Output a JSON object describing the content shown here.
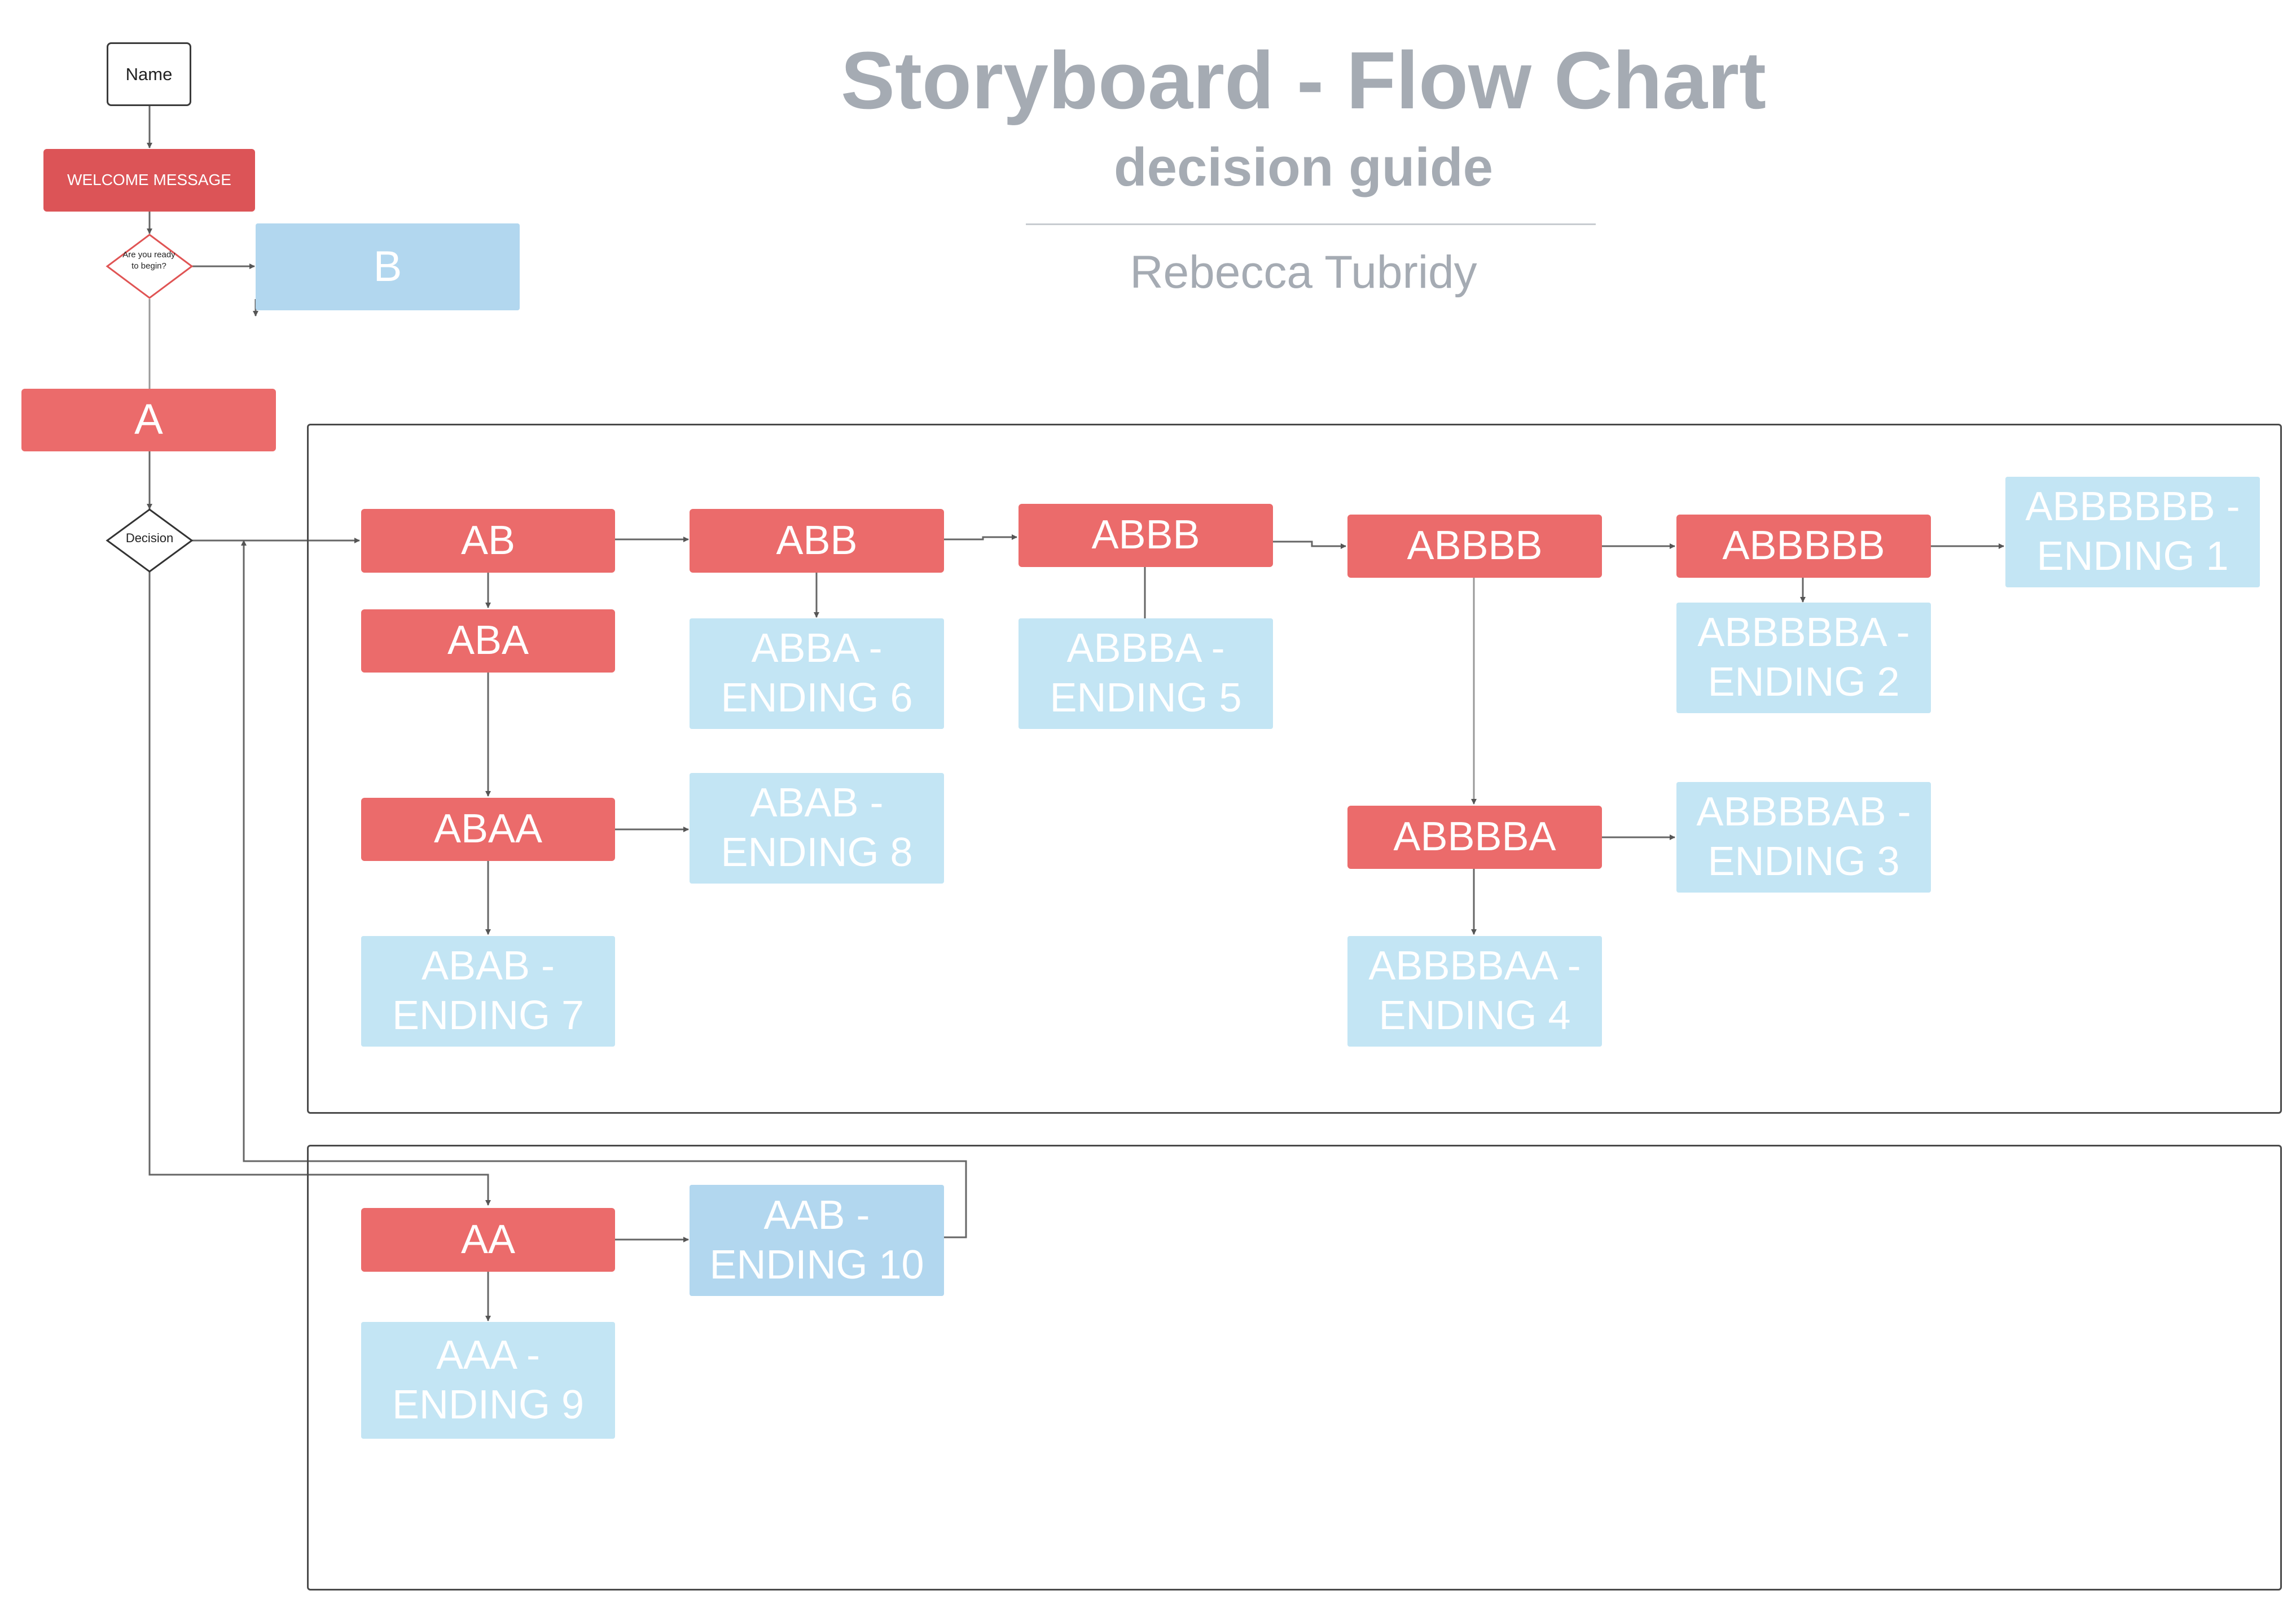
{
  "header": {
    "title": "Storyboard - Flow Chart",
    "subtitle": "decision guide",
    "author": "Rebecca Tubridy"
  },
  "nodes": {
    "name": "Name",
    "welcome": "WELCOME MESSAGE",
    "ready_decision": "Are you ready to begin?",
    "b": "B",
    "a": "A",
    "decision": "Decision",
    "ab": "AB",
    "abb": "ABB",
    "abbb": "ABBB",
    "abbbb": "ABBBB",
    "abbbbb": "ABBBBB",
    "abbbbbb_ending1": "ABBBBBB - ENDING 1",
    "aba": "ABA",
    "abba_ending6": "ABBA -ENDING 6",
    "abbba_ending5": "ABBBA - ENDING 5",
    "abbbbba_ending2": "ABBBBBA - ENDING 2",
    "abaa": "ABAA",
    "abab_ending8": "ABAB - ENDING 8",
    "abbbba": "ABBBBA",
    "abbbbab_ending3": "ABBBBAB - ENDING 3",
    "abab_ending7": "ABAB - ENDING 7",
    "abbbbaa_ending4": "ABBBBAA - ENDING 4",
    "aa": "AA",
    "aab_ending10": "AAB - ENDING 10",
    "aaa_ending9": "AAA - ENDING 9"
  },
  "colors": {
    "story_node": "#eb6b6b",
    "welcome_node": "#dc5457",
    "ending_node": "#c3e5f4",
    "branch_node": "#b2d7ef",
    "title_text": "#a5abb3",
    "connector": "#555555"
  }
}
